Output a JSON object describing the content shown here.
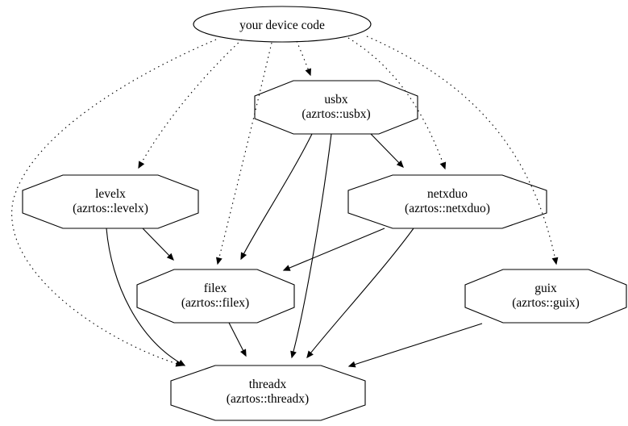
{
  "diagram": {
    "type": "dependency-graph",
    "colors": {
      "background": "#ffffff",
      "stroke": "#000000",
      "text": "#000000"
    },
    "nodes": [
      {
        "id": "device",
        "label": "your device code",
        "sublabel": "",
        "shape": "ellipse"
      },
      {
        "id": "usbx",
        "label": "usbx",
        "sublabel": "(azrtos::usbx)",
        "shape": "octagon"
      },
      {
        "id": "levelx",
        "label": "levelx",
        "sublabel": "(azrtos::levelx)",
        "shape": "octagon"
      },
      {
        "id": "netxduo",
        "label": "netxduo",
        "sublabel": "(azrtos::netxduo)",
        "shape": "octagon"
      },
      {
        "id": "filex",
        "label": "filex",
        "sublabel": "(azrtos::filex)",
        "shape": "octagon"
      },
      {
        "id": "guix",
        "label": "guix",
        "sublabel": "(azrtos::guix)",
        "shape": "octagon"
      },
      {
        "id": "threadx",
        "label": "threadx",
        "sublabel": "(azrtos::threadx)",
        "shape": "octagon"
      }
    ],
    "edges": [
      {
        "from": "device",
        "to": "usbx",
        "style": "dotted"
      },
      {
        "from": "device",
        "to": "levelx",
        "style": "dotted"
      },
      {
        "from": "device",
        "to": "netxduo",
        "style": "dotted"
      },
      {
        "from": "device",
        "to": "filex",
        "style": "dotted"
      },
      {
        "from": "device",
        "to": "guix",
        "style": "dotted"
      },
      {
        "from": "device",
        "to": "threadx",
        "style": "dotted"
      },
      {
        "from": "usbx",
        "to": "netxduo",
        "style": "solid"
      },
      {
        "from": "usbx",
        "to": "filex",
        "style": "solid"
      },
      {
        "from": "usbx",
        "to": "threadx",
        "style": "solid"
      },
      {
        "from": "levelx",
        "to": "filex",
        "style": "solid"
      },
      {
        "from": "levelx",
        "to": "threadx",
        "style": "solid"
      },
      {
        "from": "netxduo",
        "to": "filex",
        "style": "solid"
      },
      {
        "from": "netxduo",
        "to": "threadx",
        "style": "solid"
      },
      {
        "from": "filex",
        "to": "threadx",
        "style": "solid"
      },
      {
        "from": "guix",
        "to": "threadx",
        "style": "solid"
      }
    ]
  }
}
